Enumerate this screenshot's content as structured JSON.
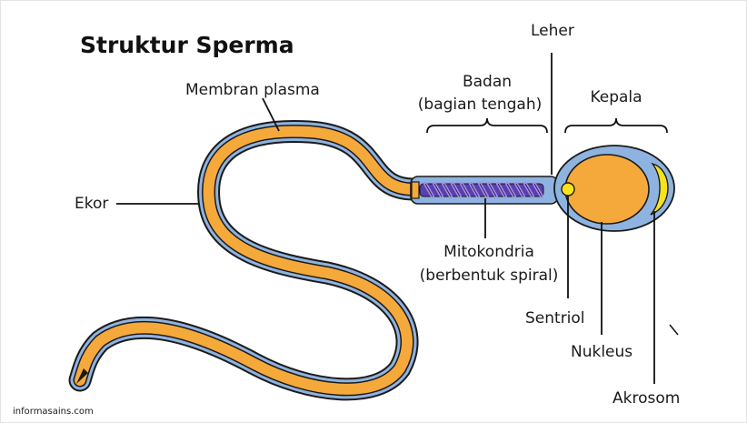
{
  "title": "Struktur Sperma",
  "source": "informasains.com",
  "labels": {
    "membran": "Membran plasma",
    "leher": "Leher",
    "badan_1": "Badan",
    "badan_2": "(bagian tengah)",
    "kepala": "Kepala",
    "ekor": "Ekor",
    "mitokondria_1": "Mitokondria",
    "mitokondria_2": "(berbentuk spiral)",
    "sentriol": "Sentriol",
    "nukleus": "Nukleus",
    "akrosom": "Akrosom"
  },
  "colors": {
    "membrane_blue": "#8fb3e0",
    "body_orange": "#f5a93a",
    "mitochondria_purple": "#7b5bd6",
    "acrosome_yellow": "#f7e31b",
    "outline": "#1a1a1a"
  }
}
